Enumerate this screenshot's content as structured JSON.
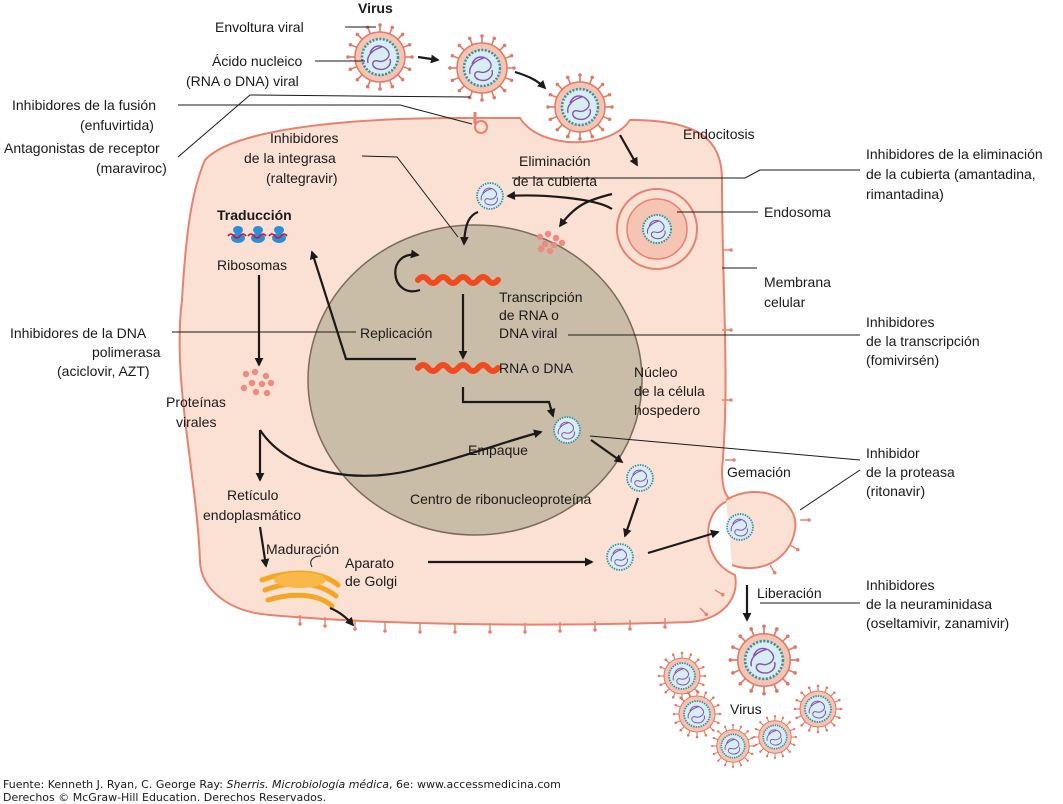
{
  "labels": {
    "virus_top": "Virus",
    "envoltura": "Envoltura viral",
    "acido1": "Ácido nucleico",
    "acido2": "(RNA o DNA) viral",
    "fusion1": "Inhibidores de la fusión",
    "fusion2": "(enfuvirtida)",
    "antag1": "Antagonistas de receptor",
    "antag2": "(maraviroc)",
    "integrasa1": "Inhibidores",
    "integrasa2": "de la integrasa",
    "integrasa3": "(raltegravir)",
    "endocitosis": "Endocitosis",
    "elim1": "Eliminación",
    "elim2": "de la cubierta",
    "inh_elim1": "Inhibidores de la eliminación",
    "inh_elim2": "de la cubierta (amantadina,",
    "inh_elim3": "rimantadina)",
    "endosoma": "Endosoma",
    "traduccion": "Traducción",
    "ribosomas": "Ribosomas",
    "membrana1": "Membrana",
    "membrana2": "celular",
    "transc1": "Transcripción",
    "transc2": "de RNA o",
    "transc3": "DNA viral",
    "replicacion": "Replicación",
    "dnapol1": "Inhibidores de la DNA",
    "dnapol2": "polimerasa",
    "dnapol3": "(aciclovir, AZT)",
    "inh_transc1": "Inhibidores",
    "inh_transc2": "de la transcripción",
    "inh_transc3": "(fomivirsén)",
    "rna_dna": "RNA o DNA",
    "nucleo1": "Núcleo",
    "nucleo2": "de la célula",
    "nucleo3": "hospedero",
    "proteinas1": "Proteínas",
    "proteinas2": "virales",
    "empaque": "Empaque",
    "proteasa1": "Inhibidor",
    "proteasa2": "de la proteasa",
    "proteasa3": "(ritonavir)",
    "gemacion": "Gemación",
    "centro": "Centro de ribonucleoproteína",
    "reticulo1": "Retículo",
    "reticulo2": "endoplasmático",
    "maduracion": "Maduración",
    "aparato1": "Aparato",
    "aparato2": "de Golgi",
    "liberacion": "Liberación",
    "neura1": "Inhibidores",
    "neura2": "de la neuraminidasa",
    "neura3": "(oseltamivir, zanamivir)",
    "virus_bottom": "Virus"
  },
  "footer": {
    "source_prefix": "Fuente: Kenneth J. Ryan, C. George Ray: ",
    "source_title": "Sherris. Microbiología médica",
    "source_suffix": ", 6e: www.accessmedicina.com",
    "copyright": "Derechos © McGraw-Hill Education. Derechos Reservados."
  },
  "colors": {
    "cell_fill": "#fbe0d4",
    "cell_stroke": "#e8826e",
    "nucleus_fill": "#c9bda8",
    "nucleus_stroke": "#7a6c58",
    "virus_envelope": "#f6c4b2",
    "virus_spike": "#e07a68",
    "capsid_fill": "#d6eef2",
    "capsid_stroke": "#3a8fa0",
    "nucleic_acid": "#8a4fb0",
    "mrna": "#f04a1e",
    "protein_dots": "#f08a80",
    "golgi": "#f5a623",
    "ribosome": "#2a8fd6"
  }
}
